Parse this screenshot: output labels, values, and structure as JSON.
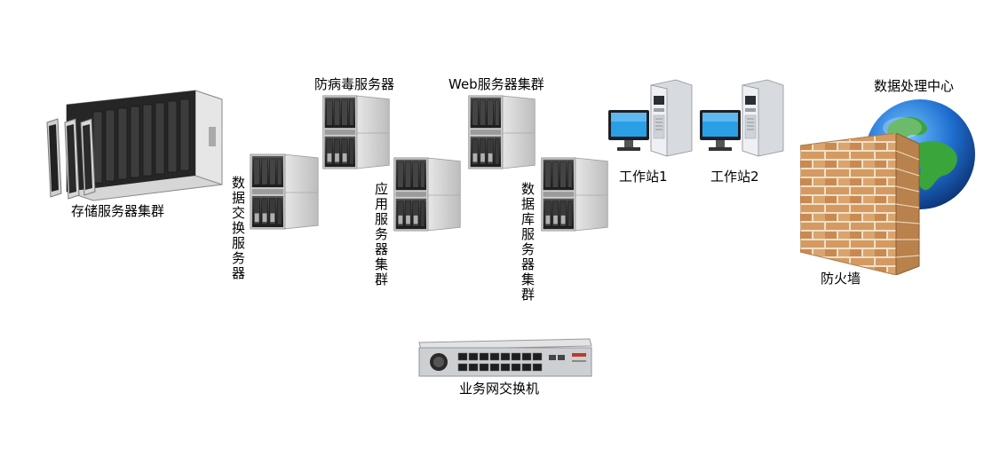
{
  "diagram": {
    "nodes": {
      "storage_cluster": {
        "label": "存储服务器集群",
        "icon": "blade-chassis-icon"
      },
      "antivirus_server": {
        "label": "防病毒服务器",
        "icon": "server-icon"
      },
      "data_exchange_server": {
        "label": "数据交换服务器",
        "icon": "server-icon"
      },
      "web_cluster": {
        "label": "Web服务器集群",
        "icon": "server-icon"
      },
      "app_cluster": {
        "label": "应用服务器集群",
        "icon": "server-icon"
      },
      "db_cluster": {
        "label": "数据库服务器集群",
        "icon": "server-icon"
      },
      "workstation_1": {
        "label": "工作站1",
        "icon": "workstation-icon"
      },
      "workstation_2": {
        "label": "工作站2",
        "icon": "workstation-icon"
      },
      "data_center": {
        "label": "数据处理中心",
        "icon": "globe-icon"
      },
      "firewall": {
        "label": "防火墙",
        "icon": "brick-wall-icon"
      },
      "switch": {
        "label": "业务网交换机",
        "icon": "network-switch-icon"
      }
    }
  },
  "colors": {
    "server_body": "#dcdcdc",
    "server_dark": "#2a2a2a",
    "brick": "#d49a62",
    "mortar": "#efe0c8",
    "globe_sea": "#1f6fd0",
    "globe_land": "#3aa53a",
    "monitor_screen": "#2b9fe6",
    "switch_red": "#c0392b"
  }
}
